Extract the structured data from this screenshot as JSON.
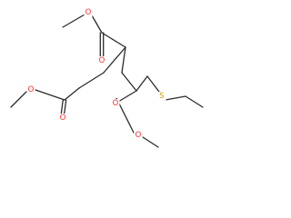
{
  "molecule": {
    "atom_labels": [
      {
        "label": "O",
        "element": "O"
      },
      {
        "label": "O",
        "element": "O"
      },
      {
        "label": "O",
        "element": "O"
      },
      {
        "label": "O",
        "element": "O"
      },
      {
        "label": "O",
        "element": "O"
      },
      {
        "label": "O",
        "element": "O"
      },
      {
        "label": "S",
        "element": "S"
      }
    ],
    "colors": {
      "bond": "#2b2b2b",
      "O": "#ff2a2a",
      "S": "#c8a000"
    }
  }
}
